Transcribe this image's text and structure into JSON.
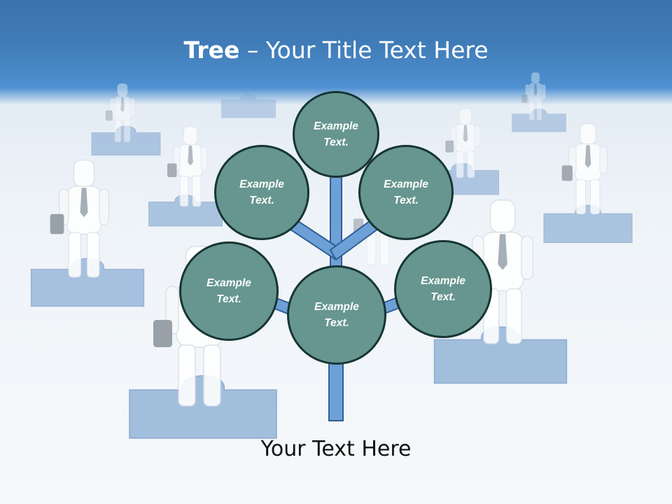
{
  "slide": {
    "title_bold": "Tree",
    "title_rest": " – Your Title Text Here",
    "footer": "Your Text Here",
    "nodes": [
      {
        "line1": "Example",
        "line2": "Text."
      },
      {
        "line1": "Example",
        "line2": "Text."
      },
      {
        "line1": "Example",
        "line2": "Text."
      },
      {
        "line1": "Example",
        "line2": "Text."
      },
      {
        "line1": "Example",
        "line2": "Text."
      },
      {
        "line1": "Example",
        "line2": "Text."
      }
    ]
  },
  "colors": {
    "header_blue": "#3f7bb6",
    "node_fill": "#66968f",
    "node_border": "#173533",
    "trunk_fill": "#6ea0d8",
    "trunk_stroke": "#2f5f95"
  },
  "icons": [
    "businessman-figure-icon",
    "briefcase-icon",
    "puzzle-piece-icon"
  ]
}
